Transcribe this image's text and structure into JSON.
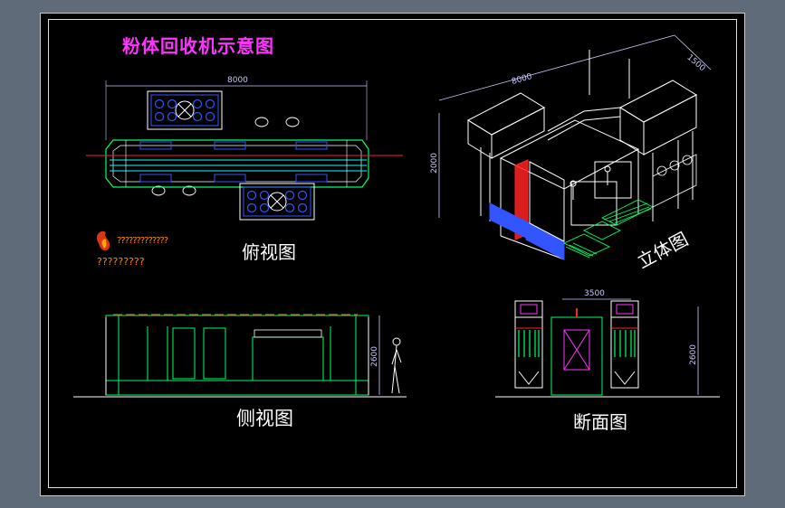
{
  "title": "粉体回收机示意图",
  "views": {
    "top": "俯视图",
    "iso": "立体图",
    "side": "侧视图",
    "section": "断面图"
  },
  "dimensions": {
    "top_length": "8000",
    "iso_length": "8000",
    "iso_width": "1500",
    "iso_height": "2000",
    "side_height": "2600",
    "section_width": "3500",
    "section_height": "2600"
  },
  "logo": {
    "line1": "?????????????",
    "line2": "?????????"
  },
  "colors": {
    "title": "#ff33ff",
    "cyan": "#00ffff",
    "green": "#00ff66",
    "red": "#ff2222",
    "blue": "#3355ff"
  }
}
